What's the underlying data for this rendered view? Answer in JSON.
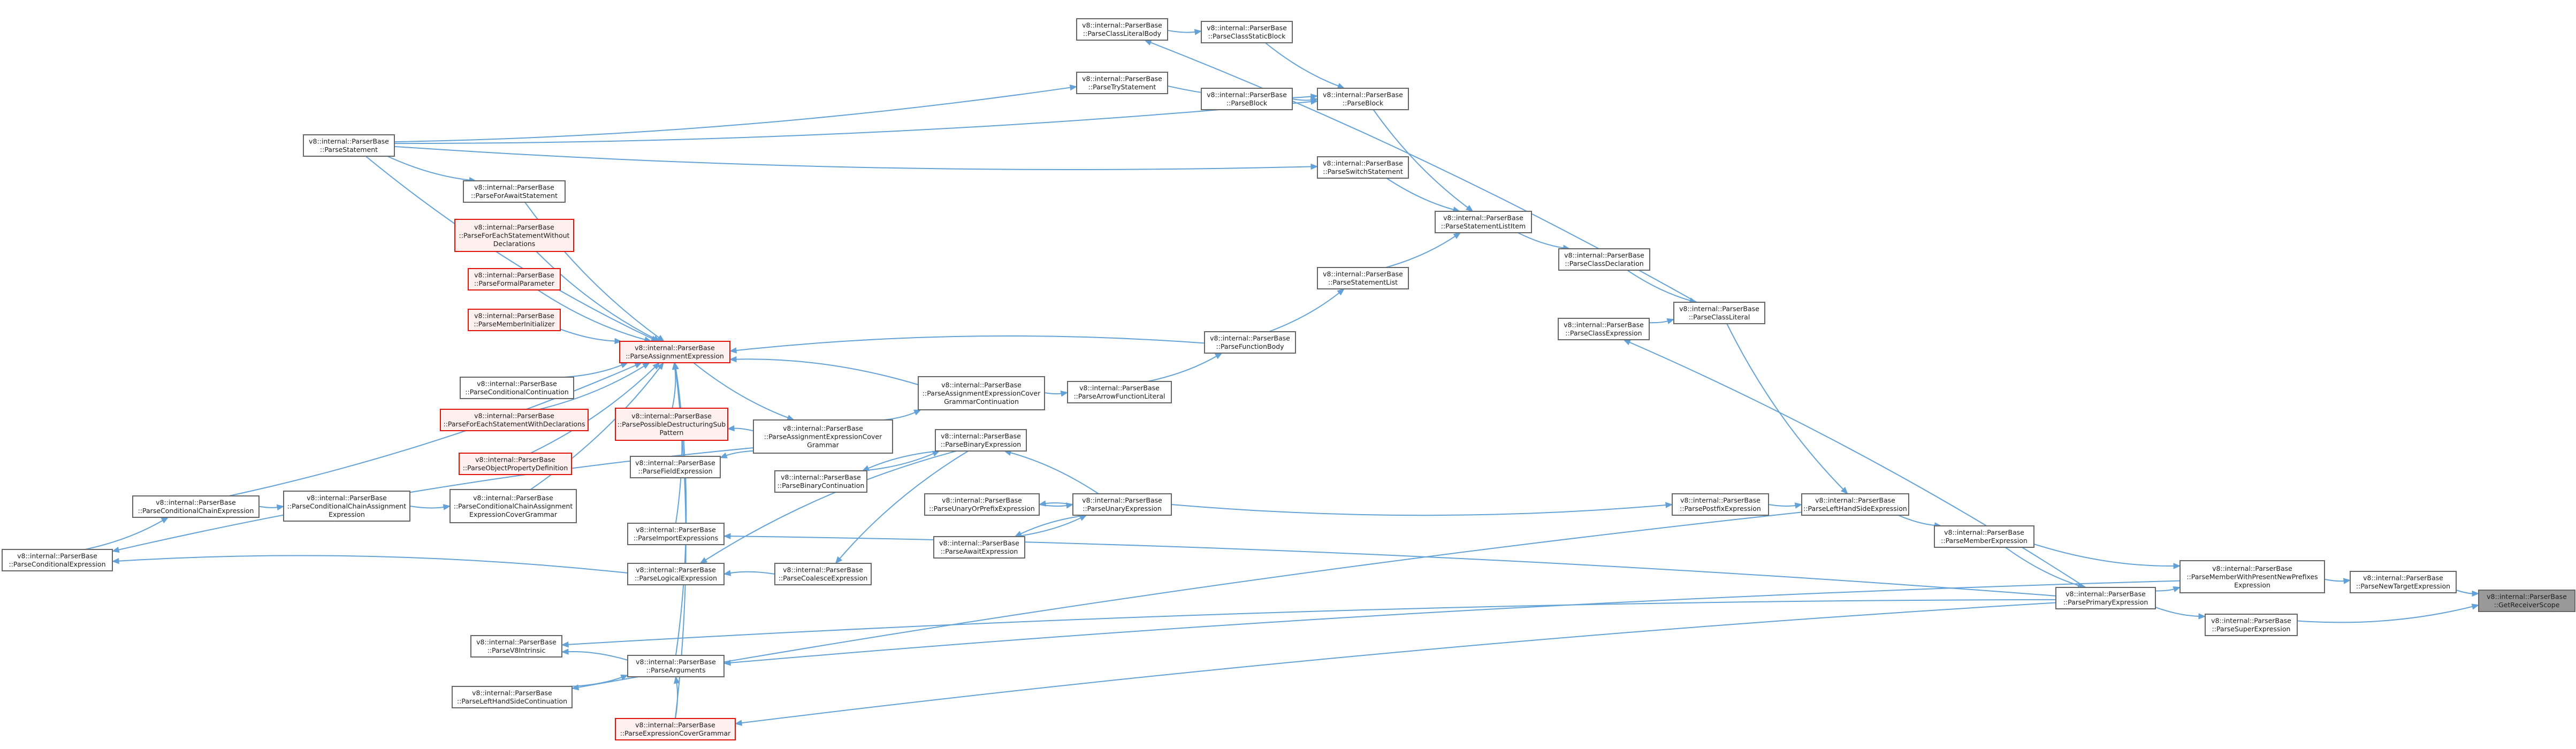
{
  "diagram": {
    "type": "call-graph",
    "colors": {
      "edge": "#63a2d8",
      "border": "#666666",
      "incomplete_border": "#e0140a",
      "incomplete_fill": "#fff0f0",
      "selected_fill": "#999999"
    },
    "nodes": [
      {
        "id": "GetReceiverScope",
        "lines": [
          "v8::internal::ParserBase",
          "::GetReceiverScope"
        ],
        "style": "selected"
      },
      {
        "id": "ParseNewTargetExpression",
        "lines": [
          "v8::internal::ParserBase",
          "::ParseNewTargetExpression"
        ]
      },
      {
        "id": "ParseSuperExpression",
        "lines": [
          "v8::internal::ParserBase",
          "::ParseSuperExpression"
        ]
      },
      {
        "id": "ParseMemberWithPresentNewPrefixes",
        "lines": [
          "v8::internal::ParserBase",
          "::ParseMemberWithPresentNewPrefixes",
          "Expression"
        ]
      },
      {
        "id": "ParseMemberExpression",
        "lines": [
          "v8::internal::ParserBase",
          "::ParseMemberExpression"
        ]
      },
      {
        "id": "ParsePrimaryExpression",
        "lines": [
          "v8::internal::ParserBase",
          "::ParsePrimaryExpression"
        ]
      },
      {
        "id": "ParseLeftHandSideExpression",
        "lines": [
          "v8::internal::ParserBase",
          "::ParseLeftHandSideExpression"
        ]
      },
      {
        "id": "ParseClassLiteral",
        "lines": [
          "v8::internal::ParserBase",
          "::ParseClassLiteral"
        ]
      },
      {
        "id": "ParseClassExpression",
        "lines": [
          "v8::internal::ParserBase",
          "::ParseClassExpression"
        ]
      },
      {
        "id": "ParseClassDeclaration",
        "lines": [
          "v8::internal::ParserBase",
          "::ParseClassDeclaration"
        ]
      },
      {
        "id": "ParsePostfixExpression",
        "lines": [
          "v8::internal::ParserBase",
          "::ParsePostfixExpression"
        ]
      },
      {
        "id": "ParseStatementListItem",
        "lines": [
          "v8::internal::ParserBase",
          "::ParseStatementListItem"
        ]
      },
      {
        "id": "ParseStatementList",
        "lines": [
          "v8::internal::ParserBase",
          "::ParseStatementList"
        ]
      },
      {
        "id": "ParseFunctionBody",
        "lines": [
          "v8::internal::ParserBase",
          "::ParseFunctionBody"
        ]
      },
      {
        "id": "ParseBlock",
        "lines": [
          "v8::internal::ParserBase",
          "::ParseBlock"
        ]
      },
      {
        "id": "ParseSwitchStatement",
        "lines": [
          "v8::internal::ParserBase",
          "::ParseSwitchStatement"
        ]
      },
      {
        "id": "ParseClassStaticBlock",
        "lines": [
          "v8::internal::ParserBase",
          "::ParseClassStaticBlock"
        ]
      },
      {
        "id": "ParseClassLiteralBody",
        "lines": [
          "v8::internal::ParserBase",
          "::ParseClassLiteralBody"
        ]
      },
      {
        "id": "ParseTryStatement",
        "lines": [
          "v8::internal::ParserBase",
          "::ParseTryStatement"
        ]
      },
      {
        "id": "ParseBlockBlock",
        "lines": [
          "v8::internal::ParserBase",
          "::ParseBlock"
        ]
      },
      {
        "id": "ParseStatement",
        "lines": [
          "v8::internal::ParserBase",
          "::ParseStatement"
        ]
      },
      {
        "id": "ParseForAwaitStatement",
        "lines": [
          "v8::internal::ParserBase",
          "::ParseForAwaitStatement"
        ]
      },
      {
        "id": "ParseForEachStatementWithoutDeclarations",
        "lines": [
          "v8::internal::ParserBase",
          "::ParseForEachStatementWithout",
          "Declarations"
        ],
        "style": "incomplete"
      },
      {
        "id": "ParseFormalParameter",
        "lines": [
          "v8::internal::ParserBase",
          "::ParseFormalParameter"
        ],
        "style": "incomplete"
      },
      {
        "id": "ParseMemberInitializer",
        "lines": [
          "v8::internal::ParserBase",
          "::ParseMemberInitializer"
        ],
        "style": "incomplete"
      },
      {
        "id": "ParseAssignmentExpression",
        "lines": [
          "v8::internal::ParserBase",
          "::ParseAssignmentExpression"
        ],
        "style": "incomplete"
      },
      {
        "id": "ParseConditionalContinuation",
        "lines": [
          "v8::internal::ParserBase",
          "::ParseConditionalContinuation"
        ]
      },
      {
        "id": "ParseForEachStatementWithDeclarations",
        "lines": [
          "v8::internal::ParserBase",
          "::ParseForEachStatementWithDeclarations"
        ],
        "style": "incomplete"
      },
      {
        "id": "ParseObjectPropertyDefinition",
        "lines": [
          "v8::internal::ParserBase",
          "::ParseObjectPropertyDefinition"
        ],
        "style": "incomplete"
      },
      {
        "id": "ParsePossibleDestructuringSubPattern",
        "lines": [
          "v8::internal::ParserBase",
          "::ParsePossibleDestructuringSub",
          "Pattern"
        ],
        "style": "incomplete"
      },
      {
        "id": "ParseFieldExpression",
        "lines": [
          "v8::internal::ParserBase",
          "::ParseFieldExpression"
        ]
      },
      {
        "id": "ParseConditionalChainAssignmentExpressionCoverGrammar",
        "lines": [
          "v8::internal::ParserBase",
          "::ParseConditionalChainAssignment",
          "ExpressionCoverGrammar"
        ]
      },
      {
        "id": "ParseConditionalChainAssignmentExpression",
        "lines": [
          "v8::internal::ParserBase",
          "::ParseConditionalChainAssignment",
          "Expression"
        ]
      },
      {
        "id": "ParseConditionalChainExpression",
        "lines": [
          "v8::internal::ParserBase",
          "::ParseConditionalChainExpression"
        ]
      },
      {
        "id": "ParseConditionalExpression",
        "lines": [
          "v8::internal::ParserBase",
          "::ParseConditionalExpression"
        ]
      },
      {
        "id": "ParseAssignmentExpressionCoverGrammar",
        "lines": [
          "v8::internal::ParserBase",
          "::ParseAssignmentExpressionCover",
          "Grammar"
        ]
      },
      {
        "id": "ParseAssignmentExpressionCoverGrammarContinuation",
        "lines": [
          "v8::internal::ParserBase",
          "::ParseAssignmentExpressionCover",
          "GrammarContinuation"
        ]
      },
      {
        "id": "ParseArrowFunctionLiteral",
        "lines": [
          "v8::internal::ParserBase",
          "::ParseArrowFunctionLiteral"
        ]
      },
      {
        "id": "ParseBinaryExpression",
        "lines": [
          "v8::internal::ParserBase",
          "::ParseBinaryExpression"
        ]
      },
      {
        "id": "ParseBinaryContinuation",
        "lines": [
          "v8::internal::ParserBase",
          "::ParseBinaryContinuation"
        ]
      },
      {
        "id": "ParseUnaryOrPrefixExpression",
        "lines": [
          "v8::internal::ParserBase",
          "::ParseUnaryOrPrefixExpression"
        ]
      },
      {
        "id": "ParseUnaryExpression",
        "lines": [
          "v8::internal::ParserBase",
          "::ParseUnaryExpression"
        ]
      },
      {
        "id": "ParseAwaitExpression",
        "lines": [
          "v8::internal::ParserBase",
          "::ParseAwaitExpression"
        ]
      },
      {
        "id": "ParseImportExpressions",
        "lines": [
          "v8::internal::ParserBase",
          "::ParseImportExpressions"
        ]
      },
      {
        "id": "ParseLogicalExpression",
        "lines": [
          "v8::internal::ParserBase",
          "::ParseLogicalExpression"
        ]
      },
      {
        "id": "ParseCoalesceExpression",
        "lines": [
          "v8::internal::ParserBase",
          "::ParseCoalesceExpression"
        ]
      },
      {
        "id": "ParseV8Intrinsic",
        "lines": [
          "v8::internal::ParserBase",
          "::ParseV8Intrinsic"
        ]
      },
      {
        "id": "ParseArguments",
        "lines": [
          "v8::internal::ParserBase",
          "::ParseArguments"
        ]
      },
      {
        "id": "ParseLeftHandSideContinuation",
        "lines": [
          "v8::internal::ParserBase",
          "::ParseLeftHandSideContinuation"
        ]
      },
      {
        "id": "ParseExpressionCoverGrammar",
        "lines": [
          "v8::internal::ParserBase",
          "::ParseExpressionCoverGrammar"
        ],
        "style": "incomplete"
      }
    ],
    "edges": [
      [
        "ParseNewTargetExpression",
        "GetReceiverScope"
      ],
      [
        "ParseSuperExpression",
        "GetReceiverScope"
      ],
      [
        "ParseMemberWithPresentNewPrefixes",
        "ParseNewTargetExpression"
      ],
      [
        "ParsePrimaryExpression",
        "ParseSuperExpression"
      ],
      [
        "ParseMemberExpression",
        "ParseMemberWithPresentNewPrefixes"
      ],
      [
        "ParsePrimaryExpression",
        "ParseMemberWithPresentNewPrefixes"
      ],
      [
        "ParseLeftHandSideExpression",
        "ParseMemberExpression"
      ],
      [
        "ParseMemberExpression",
        "ParsePrimaryExpression"
      ],
      [
        "ParsePostfixExpression",
        "ParseLeftHandSideExpression"
      ],
      [
        "ParseClassLiteral",
        "ParseLeftHandSideExpression"
      ],
      [
        "ParseClassExpression",
        "ParseClassLiteral"
      ],
      [
        "ParseClassDeclaration",
        "ParseClassLiteral"
      ],
      [
        "ParseStatementListItem",
        "ParseClassDeclaration"
      ],
      [
        "ParseUnaryExpression",
        "ParsePostfixExpression"
      ],
      [
        "ParseStatementList",
        "ParseStatementListItem"
      ],
      [
        "ParseBlock",
        "ParseStatementListItem"
      ],
      [
        "ParseSwitchStatement",
        "ParseStatementListItem"
      ],
      [
        "ParseFunctionBody",
        "ParseStatementList"
      ],
      [
        "ParseClassStaticBlock",
        "ParseBlock"
      ],
      [
        "ParseTryStatement",
        "ParseBlock"
      ],
      [
        "ParseBlockBlock",
        "ParseBlock"
      ],
      [
        "ParseStatement",
        "ParseBlock"
      ],
      [
        "ParseClassLiteralBody",
        "ParseClassStaticBlock"
      ],
      [
        "ParseClassLiteral",
        "ParseClassLiteralBody"
      ],
      [
        "ParseStatement",
        "ParseTryStatement"
      ],
      [
        "ParseStatement",
        "ParseSwitchStatement"
      ],
      [
        "ParseStatement",
        "ParseForAwaitStatement"
      ],
      [
        "ParseArrowFunctionLiteral",
        "ParseFunctionBody"
      ],
      [
        "ParseAssignmentExpressionCoverGrammarContinuation",
        "ParseArrowFunctionLiteral"
      ],
      [
        "ParseAssignmentExpressionCoverGrammar",
        "ParseAssignmentExpressionCoverGrammarContinuation"
      ],
      [
        "ParseAssignmentExpression",
        "ParseAssignmentExpressionCoverGrammar"
      ],
      [
        "ParseAssignmentExpressionCoverGrammarContinuation",
        "ParseAssignmentExpression"
      ],
      [
        "ParseFunctionBody",
        "ParseAssignmentExpression"
      ],
      [
        "ParseForAwaitStatement",
        "ParseAssignmentExpression"
      ],
      [
        "ParseForEachStatementWithoutDeclarations",
        "ParseAssignmentExpression"
      ],
      [
        "ParseFormalParameter",
        "ParseAssignmentExpression"
      ],
      [
        "ParseMemberInitializer",
        "ParseAssignmentExpression"
      ],
      [
        "ParseConditionalContinuation",
        "ParseAssignmentExpression"
      ],
      [
        "ParseForEachStatementWithDeclarations",
        "ParseAssignmentExpression"
      ],
      [
        "ParseObjectPropertyDefinition",
        "ParseAssignmentExpression"
      ],
      [
        "ParsePossibleDestructuringSubPattern",
        "ParseAssignmentExpression"
      ],
      [
        "ParseConditionalChainAssignmentExpressionCoverGrammar",
        "ParseAssignmentExpression"
      ],
      [
        "ParseConditionalChainExpression",
        "ParseAssignmentExpression"
      ],
      [
        "ParseStatement",
        "ParseAssignmentExpression"
      ],
      [
        "ParseAssignmentExpressionCoverGrammar",
        "ParsePossibleDestructuringSubPattern"
      ],
      [
        "ParseAssignmentExpressionCoverGrammar",
        "ParseFieldExpression"
      ],
      [
        "ParseConditionalChainAssignmentExpression",
        "ParseConditionalChainAssignmentExpressionCoverGrammar"
      ],
      [
        "ParseConditionalChainExpression",
        "ParseConditionalChainAssignmentExpression"
      ],
      [
        "ParseConditionalExpression",
        "ParseConditionalChainExpression"
      ],
      [
        "ParseAssignmentExpressionCoverGrammar",
        "ParseConditionalExpression"
      ],
      [
        "ParseLogicalExpression",
        "ParseConditionalExpression"
      ],
      [
        "ParseBinaryExpression",
        "ParseLogicalExpression"
      ],
      [
        "ParseCoalesceExpression",
        "ParseLogicalExpression"
      ],
      [
        "ParseBinaryExpression",
        "ParseCoalesceExpression"
      ],
      [
        "ParseBinaryExpression",
        "ParseBinaryContinuation"
      ],
      [
        "ParseBinaryContinuation",
        "ParseBinaryExpression"
      ],
      [
        "ParseUnaryExpression",
        "ParseBinaryExpression"
      ],
      [
        "ParseUnaryExpression",
        "ParseUnaryOrPrefixExpression"
      ],
      [
        "ParseUnaryOrPrefixExpression",
        "ParseUnaryExpression"
      ],
      [
        "ParseAwaitExpression",
        "ParseUnaryExpression"
      ],
      [
        "ParseUnaryExpression",
        "ParseAwaitExpression"
      ],
      [
        "ParsePrimaryExpression",
        "ParseImportExpressions"
      ],
      [
        "ParsePrimaryExpression",
        "ParseV8Intrinsic"
      ],
      [
        "ParseArguments",
        "ParseV8Intrinsic"
      ],
      [
        "ParseLeftHandSideContinuation",
        "ParseArguments"
      ],
      [
        "ParseLeftHandSideExpression",
        "ParseLeftHandSideContinuation"
      ],
      [
        "ParsePrimaryExpression",
        "ParseExpressionCoverGrammar"
      ],
      [
        "ParseExpressionCoverGrammar",
        "ParseArguments"
      ],
      [
        "ParseMemberWithPresentNewPrefixes",
        "ParseArguments"
      ],
      [
        "ParsePrimaryExpression",
        "ParseClassExpression"
      ],
      [
        "ParseArguments",
        "ParseAssignmentExpression"
      ],
      [
        "ParseExpressionCoverGrammar",
        "ParseAssignmentExpression"
      ],
      [
        "ParseImportExpressions",
        "ParseAssignmentExpression"
      ]
    ]
  }
}
